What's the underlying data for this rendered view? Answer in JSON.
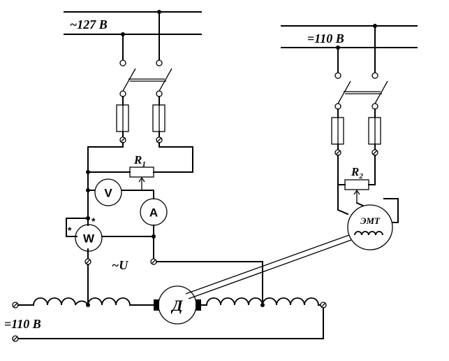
{
  "supplies": {
    "ac_127": "~127 В",
    "dc_110_top": "=110 В",
    "dc_110_bottom": "=110 В"
  },
  "components": {
    "rheostat_1": "R",
    "rheostat_1_sub": "1",
    "rheostat_2": "R",
    "rheostat_2_sub": "2",
    "voltmeter": "V",
    "ammeter": "A",
    "wattmeter": "W",
    "motor": "Д",
    "emt": "ЭМТ",
    "ac_voltage": "~U",
    "polarity_mark_left": "*",
    "polarity_mark_right": "*"
  }
}
